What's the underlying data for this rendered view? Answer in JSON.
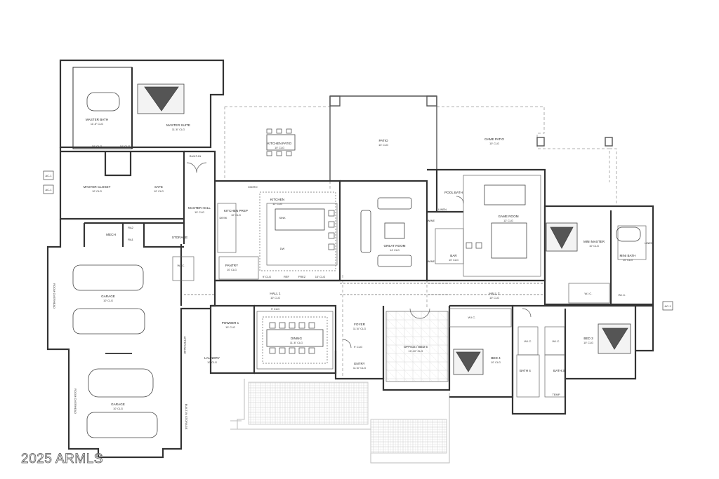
{
  "rooms": [
    {
      "id": "master_bath",
      "name": "MASTER BATH",
      "sub": "11'-6\" CLG"
    },
    {
      "id": "master_suite",
      "name": "MASTER SUITE",
      "sub": "11'-6\" CLG"
    },
    {
      "id": "master_closet",
      "name": "MASTER CLOSET",
      "sub": "10' CLG"
    },
    {
      "id": "safe",
      "name": "SAFE",
      "sub": "10' CLG"
    },
    {
      "id": "master_hall",
      "name": "MASTER HALL",
      "sub": "10' CLG"
    },
    {
      "id": "kitchen_patio",
      "name": "KITCHEN PATIO",
      "sub": "10' CLG"
    },
    {
      "id": "patio",
      "name": "PATIO",
      "sub": "13' CLG"
    },
    {
      "id": "game_patio",
      "name": "GAME PATIO",
      "sub": "10' CLG"
    },
    {
      "id": "kitchen_prep",
      "name": "KITCHEN PREP",
      "sub": "10' CLG"
    },
    {
      "id": "kitchen",
      "name": "KITCHEN",
      "sub": "12' CLG"
    },
    {
      "id": "great_room",
      "name": "GREAT ROOM",
      "sub": "14' CLG"
    },
    {
      "id": "pool_bath",
      "name": "POOL BATH",
      "sub": ""
    },
    {
      "id": "game_room",
      "name": "GAME ROOM",
      "sub": "12' CLG"
    },
    {
      "id": "mini_master",
      "name": "MINI MASTER",
      "sub": "10' CLG"
    },
    {
      "id": "mini_bath",
      "name": "MINI BATH",
      "sub": "10' CLG"
    },
    {
      "id": "pantry",
      "name": "PANTRY",
      "sub": "10' CLG"
    },
    {
      "id": "bar",
      "name": "BAR",
      "sub": "10' CLG"
    },
    {
      "id": "garage1",
      "name": "GARAGE",
      "sub": "10' CLG"
    },
    {
      "id": "hall1",
      "name": "HALL 1",
      "sub": "10' CLG"
    },
    {
      "id": "hall2",
      "name": "HALL 2",
      "sub": "10' CLG"
    },
    {
      "id": "powder",
      "name": "POWDER 1",
      "sub": "10' CLG"
    },
    {
      "id": "dining",
      "name": "DINING",
      "sub": "11'-6\" CLG"
    },
    {
      "id": "foyer",
      "name": "FOYER",
      "sub": "11'-6\" CLG"
    },
    {
      "id": "office",
      "name": "OFFICE / BED 5",
      "sub": "10'-10\" CLG"
    },
    {
      "id": "bed4",
      "name": "BED 4",
      "sub": "10' CLG"
    },
    {
      "id": "bed3",
      "name": "BED 3",
      "sub": "10' CLG"
    },
    {
      "id": "laundry",
      "name": "LAUNDRY",
      "sub": "10' CLG"
    },
    {
      "id": "entry",
      "name": "ENTRY",
      "sub": "11'-6\" CLG"
    },
    {
      "id": "garage2",
      "name": "GARAGE",
      "sub": "10' CLG"
    },
    {
      "id": "bath4",
      "name": "BATH 4",
      "sub": ""
    },
    {
      "id": "bath3",
      "name": "BATH 3",
      "sub": ""
    },
    {
      "id": "storage",
      "name": "STORAGE",
      "sub": ""
    },
    {
      "id": "mech",
      "name": "MECH",
      "sub": ""
    }
  ],
  "small_labels": [
    "W.I.C.",
    "W.I.C.",
    "W.I.C.",
    "W.I.C.",
    "W.I.C.",
    "W.I.C.",
    "REF",
    "FREZ",
    "DW",
    "SINK",
    "MICRO",
    "BUILT-IN",
    "LINEN",
    "LINEN",
    "WINE",
    "WINE",
    "DESK",
    "RA2",
    "RA1",
    "TEMP",
    "10' CLG",
    "10' CLG",
    "9' CLG",
    "9' CLG",
    "9' CLG",
    "10' CLG"
  ],
  "vertical_labels": {
    "garage_door_1": "ROOM OVERHEAD",
    "garage_door_2": "ROOM OVERHEAD",
    "builtin_storage": "BUILT-IN STORAGE",
    "upper_base": "UPPER BASE"
  },
  "window_tags": [
    "AC-1",
    "AC-1",
    "AC-1"
  ],
  "watermark": "2025 ARMLS"
}
